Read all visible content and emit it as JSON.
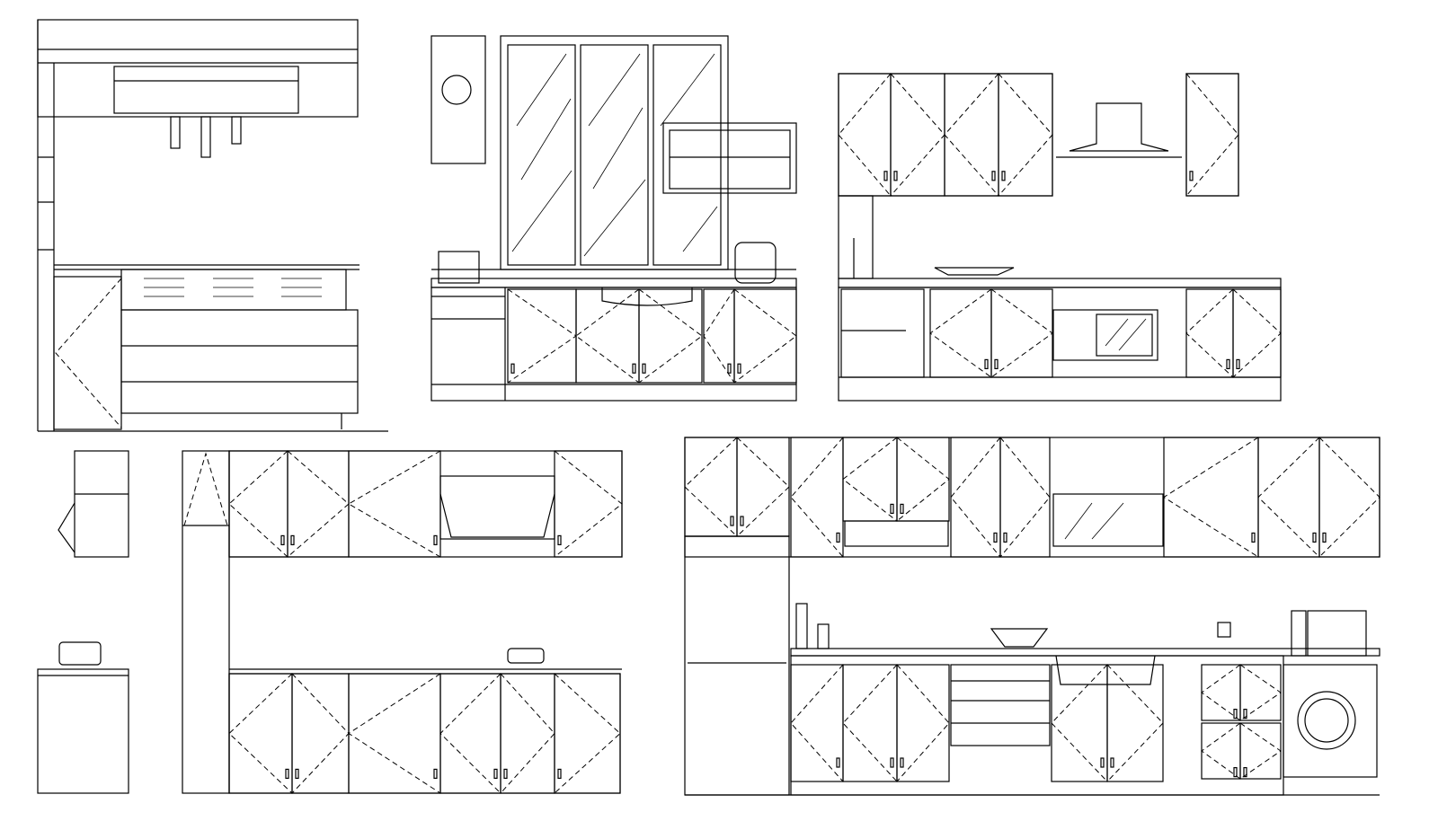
{
  "drawing": {
    "colors": {
      "background": "#ffffff",
      "line": "#000000"
    },
    "panels": [
      {
        "id": "island-elevation"
      },
      {
        "id": "window-sink-elevation"
      },
      {
        "id": "hood-microwave-elevation"
      },
      {
        "id": "fridge-side"
      },
      {
        "id": "stove-side"
      },
      {
        "id": "l-kitchen-elevation"
      },
      {
        "id": "full-kitchen-elevation"
      }
    ]
  }
}
